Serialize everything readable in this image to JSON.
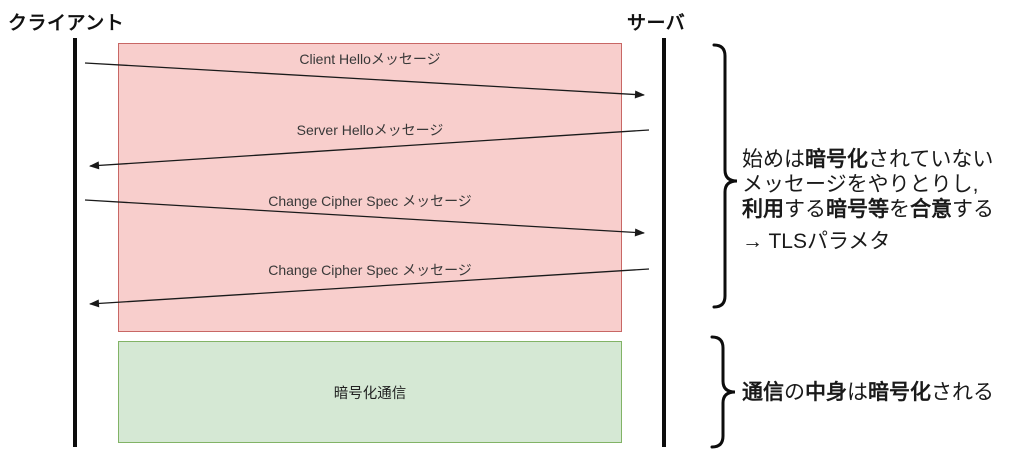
{
  "diagram": {
    "title_semantic": "TLS handshake sequence diagram",
    "client_label": "クライアント",
    "server_label": "サーバ",
    "messages": [
      {
        "label": "Client Helloメッセージ",
        "direction": "client-to-server"
      },
      {
        "label": "Server Helloメッセージ",
        "direction": "server-to-client"
      },
      {
        "label": "Change Cipher Spec メッセージ",
        "direction": "client-to-server"
      },
      {
        "label": "Change Cipher Spec メッセージ",
        "direction": "server-to-client"
      }
    ],
    "encrypted_channel_label": "暗号化通信"
  },
  "annotations": {
    "handshake_note": {
      "line1": [
        {
          "text": "始めは",
          "bold": false
        },
        {
          "text": "暗号化",
          "bold": true
        },
        {
          "text": "されていない",
          "bold": false
        }
      ],
      "line2": [
        {
          "text": "メッセージをやりとりし,",
          "bold": false
        }
      ],
      "line3": [
        {
          "text": "利用",
          "bold": true
        },
        {
          "text": "する",
          "bold": false
        },
        {
          "text": "暗号等",
          "bold": true
        },
        {
          "text": "を",
          "bold": false
        },
        {
          "text": "合意",
          "bold": true
        },
        {
          "text": "する",
          "bold": false
        }
      ],
      "line4": [
        {
          "text": "→ TLSパラメタ",
          "bold": false
        }
      ]
    },
    "encrypted_note": [
      {
        "text": "通信",
        "bold": true
      },
      {
        "text": "の",
        "bold": false
      },
      {
        "text": "中身",
        "bold": true
      },
      {
        "text": "は",
        "bold": false
      },
      {
        "text": "暗号化",
        "bold": true
      },
      {
        "text": "される",
        "bold": false
      }
    ]
  },
  "colors": {
    "handshake_box_fill": "#f8cecc",
    "handshake_box_border": "#c86765",
    "encrypted_box_fill": "#d5e8d4",
    "encrypted_box_border": "#82b366",
    "line_color": "#0d0d0d",
    "arrow_color": "#1a1a1a"
  }
}
